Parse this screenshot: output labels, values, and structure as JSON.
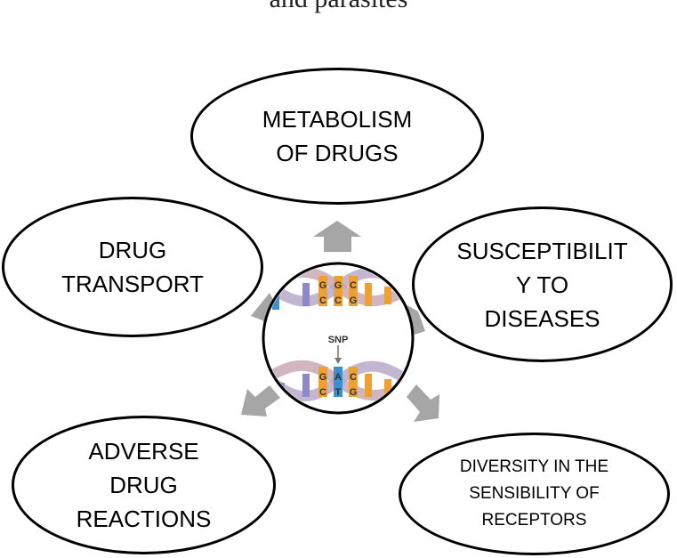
{
  "header_fragment": "and parasites",
  "center": {
    "label": "SNP",
    "top_pair_top": [
      "G",
      "G",
      "C"
    ],
    "top_pair_bottom": [
      "C",
      "C",
      "G"
    ],
    "bottom_pair_top": [
      "G",
      "A",
      "C"
    ],
    "bottom_pair_bottom": [
      "C",
      "T",
      "G"
    ]
  },
  "nodes": {
    "metabolism": "METABOLISM\nOF DRUGS",
    "transport": "DRUG\nTRANSPORT",
    "susceptibility": "SUSCEPTIBILIT\nY TO\nDISEASES",
    "adverse": "ADVERSE\nDRUG\nREACTIONS",
    "diversity": "DIVERSITY IN THE\nSENSIBILITY OF\nRECEPTORS"
  },
  "colors": {
    "arrow": "#a6a6a6",
    "strand": "#c9a9b6",
    "orange": "#f0a030",
    "blue": "#3a8fd0",
    "purple": "#8e88c8"
  }
}
